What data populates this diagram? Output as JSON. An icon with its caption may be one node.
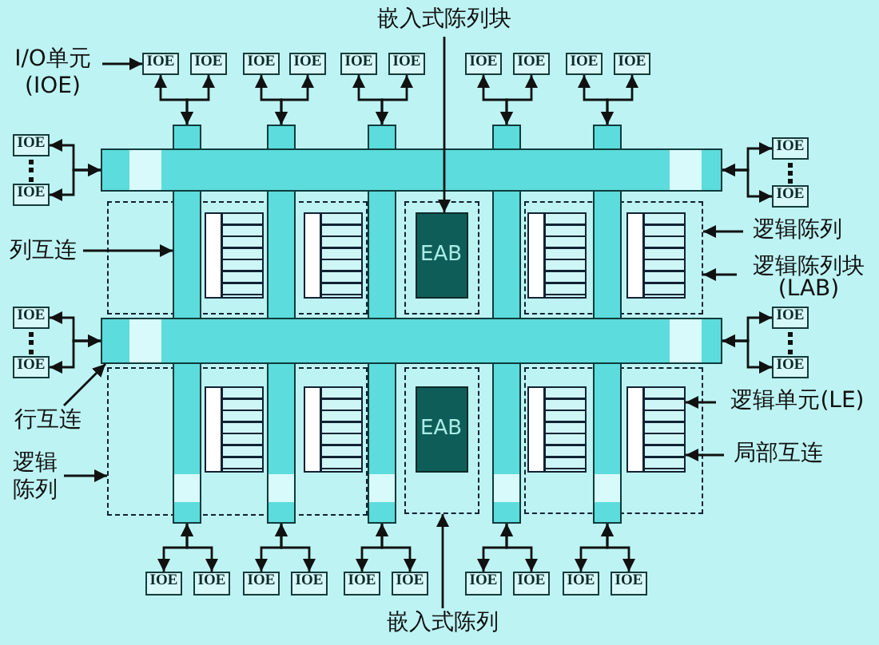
{
  "diagram": {
    "nodes": [
      {
        "text": [
          "I/O单元 (IOE)"
        ]
      },
      {
        "text": [
          "嵌入式陈列块"
        ]
      },
      {
        "text": [
          "IOE"
        ]
      },
      {
        "text": [
          "IOE"
        ]
      },
      {
        "text": [
          "IOE"
        ]
      },
      {
        "text": [
          "IOE"
        ]
      },
      {
        "text": [
          "IOE"
        ]
      },
      {
        "text": [
          "IOE"
        ]
      },
      {
        "text": [
          "IOE"
        ]
      },
      {
        "text": [
          "IOE"
        ]
      },
      {
        "text": [
          "IOE"
        ]
      },
      {
        "text": [
          "IOE"
        ]
      },
      {
        "text": [
          "IOE"
        ]
      },
      {
        "text": [
          "IOE"
        ]
      },
      {
        "text": [
          "IOE"
        ]
      },
      {
        "text": [
          "IOE"
        ]
      },
      {
        "text": [],
        "shape": "bar"
      },
      {
        "text": [],
        "shape": "bar"
      },
      {
        "text": [],
        "shape": "bar"
      },
      {
        "text": [],
        "shape": "bar"
      },
      {
        "text": [],
        "shape": "bar"
      },
      {
        "text": [],
        "shape": "bar"
      },
      {
        "text": [],
        "shape": "bar"
      },
      {
        "text": [
          "IOE"
        ]
      },
      {
        "text": [
          "IOE"
        ]
      },
      {
        "text": [
          "IOE"
        ]
      },
      {
        "text": [
          "IOE"
        ]
      },
      {
        "text": [
          "IOE"
        ]
      },
      {
        "text": [
          "IOE"
        ]
      },
      {
        "text": [
          "IOE"
        ]
      },
      {
        "text": [
          "IOE"
        ]
      },
      {
        "text": [
          "IOE"
        ]
      },
      {
        "text": [
          "IOE"
        ]
      },
      {
        "text": [
          "IOE"
        ]
      },
      {
        "text": [
          "IOE"
        ]
      },
      {
        "text": [
          "IOE"
        ]
      },
      {
        "text": [
          "IOE"
        ]
      },
      {
        "text": [],
        "shape": "box"
      },
      {
        "text": [],
        "shape": "box"
      },
      {
        "text": [],
        "shape": "box"
      },
      {
        "text": [],
        "shape": "box"
      },
      {
        "text": [],
        "shape": "box"
      },
      {
        "text": [],
        "shape": "box"
      },
      {
        "text": [],
        "shape": "box",
        "in": 37
      },
      {
        "text": [],
        "shape": "box",
        "in": 37
      },
      {
        "text": [
          "EAB"
        ],
        "in": 38
      },
      {
        "text": [],
        "shape": "box",
        "in": 39
      },
      {
        "text": [],
        "shape": "box",
        "in": 39
      },
      {
        "text": [],
        "shape": "box",
        "in": 40
      },
      {
        "text": [],
        "shape": "box",
        "in": 40
      },
      {
        "text": [
          "EAB"
        ],
        "in": 41
      },
      {
        "text": [],
        "shape": "box",
        "in": 42
      },
      {
        "text": [],
        "shape": "box",
        "in": 42
      },
      {
        "text": [
          "列互连"
        ]
      },
      {
        "text": [
          "逻辑陈列"
        ]
      },
      {
        "text": [
          "逻辑陈列块 (LAB)"
        ]
      },
      {
        "text": [
          "行互连"
        ]
      },
      {
        "text": [
          "逻辑陈列"
        ]
      },
      {
        "text": [
          "逻辑单元(LE)"
        ]
      },
      {
        "text": [
          "局部互连"
        ]
      },
      {
        "text": [
          "嵌入式陈列"
        ]
      }
    ],
    "edges": [
      {
        "from": 0,
        "to": 2,
        "arrow": "to"
      },
      {
        "from": 1,
        "to": 45,
        "arrow": "to"
      },
      {
        "from": 18,
        "to": 2,
        "arrow": "both"
      },
      {
        "from": 18,
        "to": 3,
        "arrow": "both"
      },
      {
        "from": 19,
        "to": 4,
        "arrow": "both"
      },
      {
        "from": 19,
        "to": 5,
        "arrow": "both"
      },
      {
        "from": 20,
        "to": 6,
        "arrow": "both"
      },
      {
        "from": 20,
        "to": 7,
        "arrow": "both"
      },
      {
        "from": 21,
        "to": 8,
        "arrow": "both"
      },
      {
        "from": 21,
        "to": 9,
        "arrow": "both"
      },
      {
        "from": 22,
        "to": 10,
        "arrow": "both"
      },
      {
        "from": 22,
        "to": 11,
        "arrow": "both"
      },
      {
        "from": 16,
        "to": 12,
        "arrow": "both"
      },
      {
        "from": 16,
        "to": 13,
        "arrow": "both"
      },
      {
        "from": 16,
        "to": 14,
        "arrow": "both"
      },
      {
        "from": 16,
        "to": 15,
        "arrow": "both"
      },
      {
        "from": 17,
        "to": 23,
        "arrow": "both"
      },
      {
        "from": 17,
        "to": 24,
        "arrow": "both"
      },
      {
        "from": 17,
        "to": 25,
        "arrow": "both"
      },
      {
        "from": 17,
        "to": 26,
        "arrow": "both"
      },
      {
        "from": 18,
        "to": 27,
        "arrow": "both"
      },
      {
        "from": 18,
        "to": 28,
        "arrow": "both"
      },
      {
        "from": 19,
        "to": 29,
        "arrow": "both"
      },
      {
        "from": 19,
        "to": 30,
        "arrow": "both"
      },
      {
        "from": 20,
        "to": 31,
        "arrow": "both"
      },
      {
        "from": 20,
        "to": 32,
        "arrow": "both"
      },
      {
        "from": 21,
        "to": 33,
        "arrow": "both"
      },
      {
        "from": 21,
        "to": 34,
        "arrow": "both"
      },
      {
        "from": 22,
        "to": 35,
        "arrow": "both"
      },
      {
        "from": 22,
        "to": 36,
        "arrow": "both"
      },
      {
        "from": 53,
        "to": 18,
        "arrow": "to"
      },
      {
        "from": 54,
        "to": 39,
        "arrow": "to"
      },
      {
        "from": 55,
        "to": 39,
        "arrow": "to"
      },
      {
        "from": 56,
        "to": 17,
        "arrow": "to"
      },
      {
        "from": 57,
        "to": 40,
        "arrow": "to"
      },
      {
        "from": 58,
        "to": 52,
        "arrow": "to"
      },
      {
        "from": 59,
        "to": 52,
        "arrow": "to"
      },
      {
        "from": 60,
        "to": 41,
        "arrow": "to"
      }
    ]
  }
}
